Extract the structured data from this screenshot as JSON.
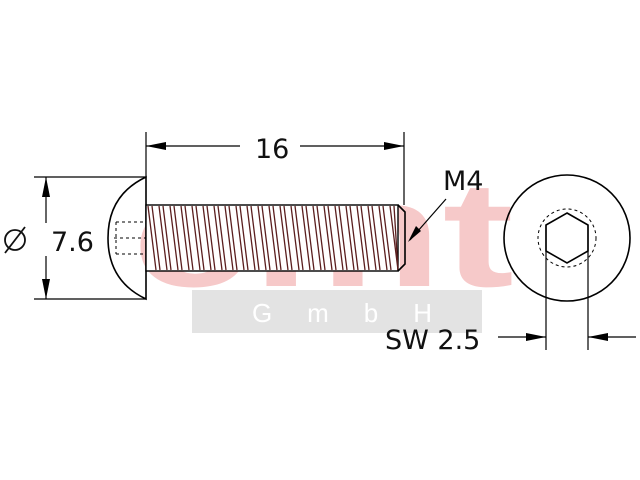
{
  "dimensions": {
    "length": "16",
    "diameter": "7.6",
    "thread": "M4",
    "wrench_size": "SW 2.5"
  },
  "watermark": {
    "brand": "emt",
    "sub": "G m b H",
    "brand_color": "#f6c9c9",
    "band_color": "#e3e3e3"
  },
  "colors": {
    "line": "#000000",
    "thread": "#5a1e1e"
  }
}
